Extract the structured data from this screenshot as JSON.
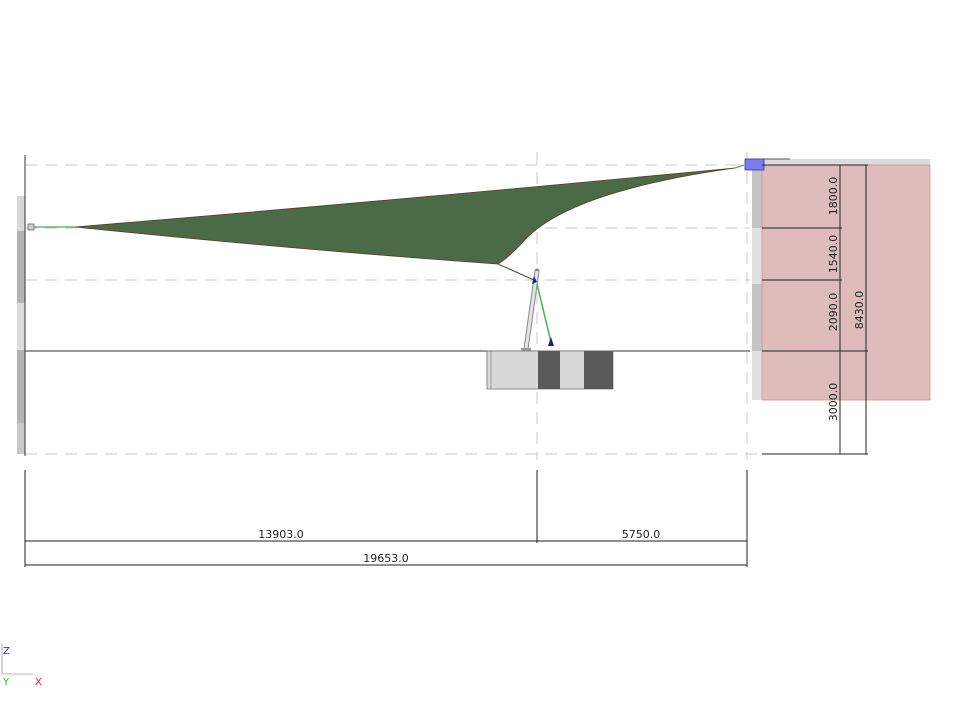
{
  "dimensions": {
    "horizontal": {
      "left_span": "13903.0",
      "right_span": "5750.0",
      "total": "19653.0"
    },
    "vertical": {
      "seg1": "1800.0",
      "seg2": "1540.0",
      "seg3": "2090.0",
      "seg4": "3000.0",
      "total": "8430.0"
    }
  },
  "axes": {
    "z": "Z",
    "y": "Y",
    "x": "X"
  },
  "colors": {
    "sail": "#4a6b45",
    "cable": "#4caf50",
    "wall": "#dfbcbc",
    "foundation_dark": "#5a5a5a",
    "foundation_light": "#d8d8d8"
  }
}
